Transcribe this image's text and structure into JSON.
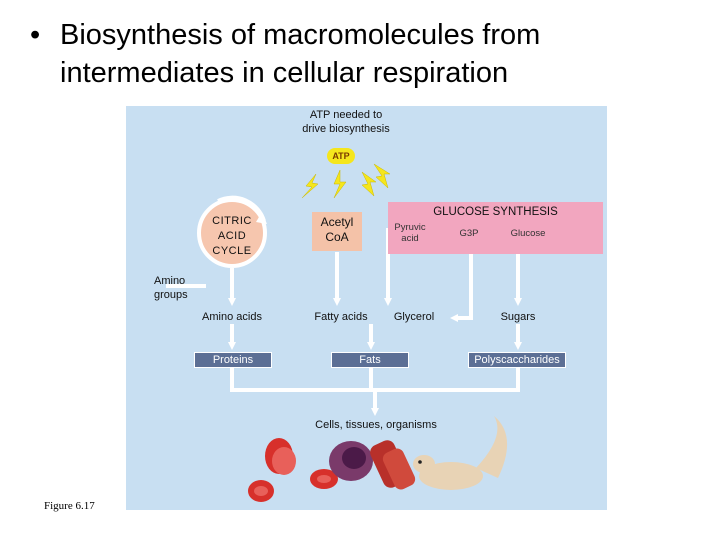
{
  "title": {
    "bullet": "•",
    "line1": "Biosynthesis of macromolecules from",
    "line2": "intermediates in cellular respiration"
  },
  "diagram": {
    "atp_needed_line1": "ATP needed to",
    "atp_needed_line2": "drive biosynthesis",
    "atp_badge": "ATP",
    "citric_acid_cycle": [
      "CITRIC",
      "ACID",
      "CYCLE"
    ],
    "acetyl_coa": [
      "Acetyl",
      "CoA"
    ],
    "glucose_synthesis": {
      "title": "GLUCOSE SYNTHESIS",
      "pyruvic_acid": [
        "Pyruvic",
        "acid"
      ],
      "g3p": "G3P",
      "glucose": "Glucose"
    },
    "amino_groups": [
      "Amino",
      "groups"
    ],
    "amino_acids": "Amino acids",
    "fatty_acids": "Fatty acids",
    "glycerol": "Glycerol",
    "sugars": "Sugars",
    "proteins": "Proteins",
    "fats": "Fats",
    "polysaccharides": "Polyscaccharides",
    "cells": "Cells, tissues, organisms"
  },
  "caption": "Figure 6.17",
  "colors": {
    "panel_blue": "#c8dff2",
    "glucose_panel_pink": "#f2a6bf",
    "acetyl_peach": "#f4c2a8",
    "atp_yellow": "#f5e61d",
    "box_slate": "#5c6f95",
    "arrow_white": "#ffffff"
  }
}
